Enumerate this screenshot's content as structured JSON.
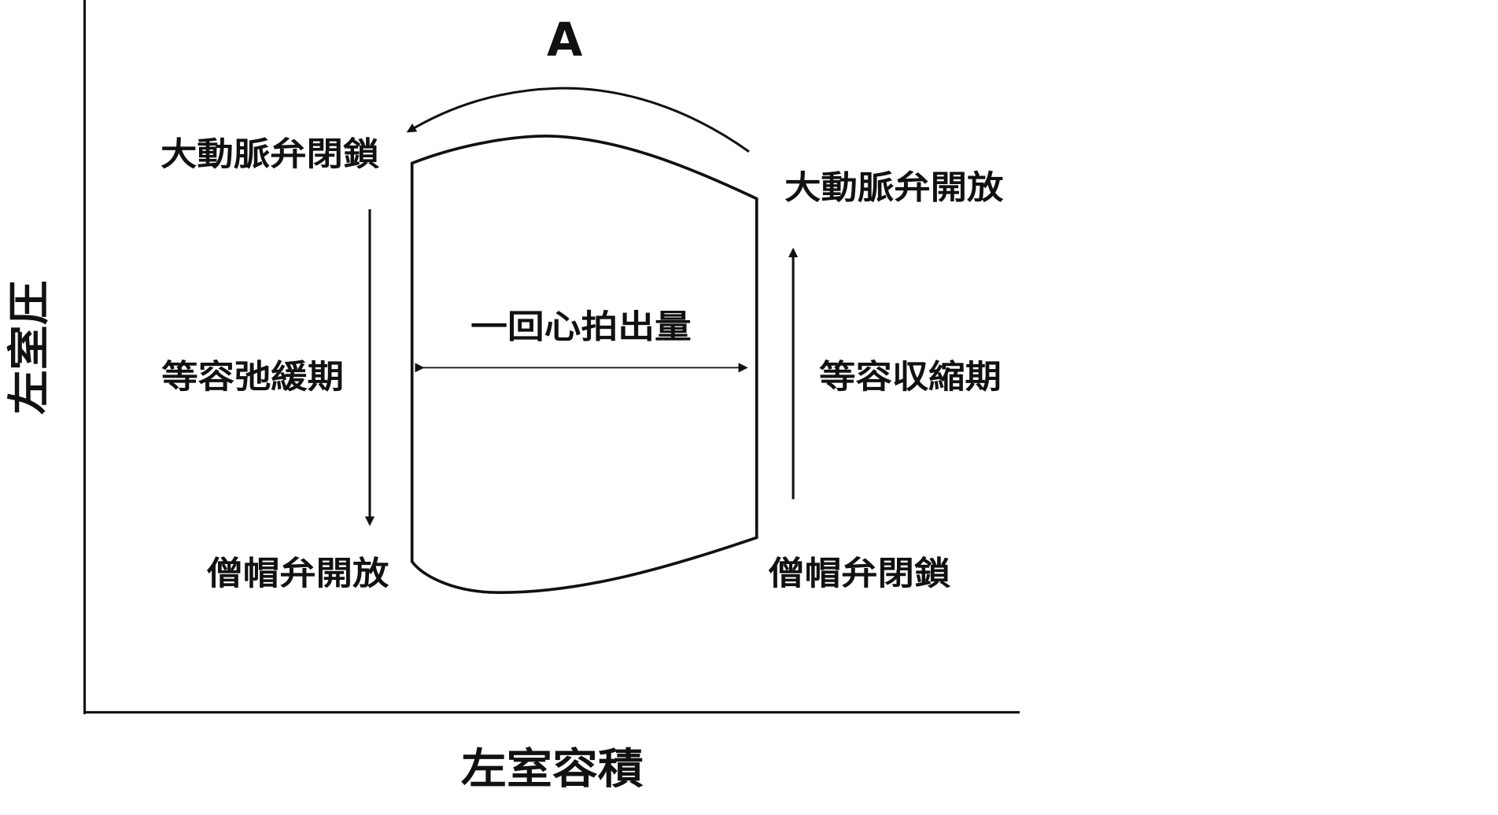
{
  "panel_label": "A",
  "axes": {
    "y_label": "左室圧",
    "x_label": "左室容積"
  },
  "labels": {
    "aortic_valve_close": "大動脈弁閉鎖",
    "aortic_valve_open": "大動脈弁開放",
    "stroke_volume": "一回心拍出量",
    "isovolumic_relaxation": "等容弛緩期",
    "isovolumic_contraction": "等容収縮期",
    "mitral_valve_open": "僧帽弁開放",
    "mitral_valve_close": "僧帽弁閉鎖"
  },
  "colors": {
    "ink": "#111111",
    "background": "#ffffff"
  }
}
